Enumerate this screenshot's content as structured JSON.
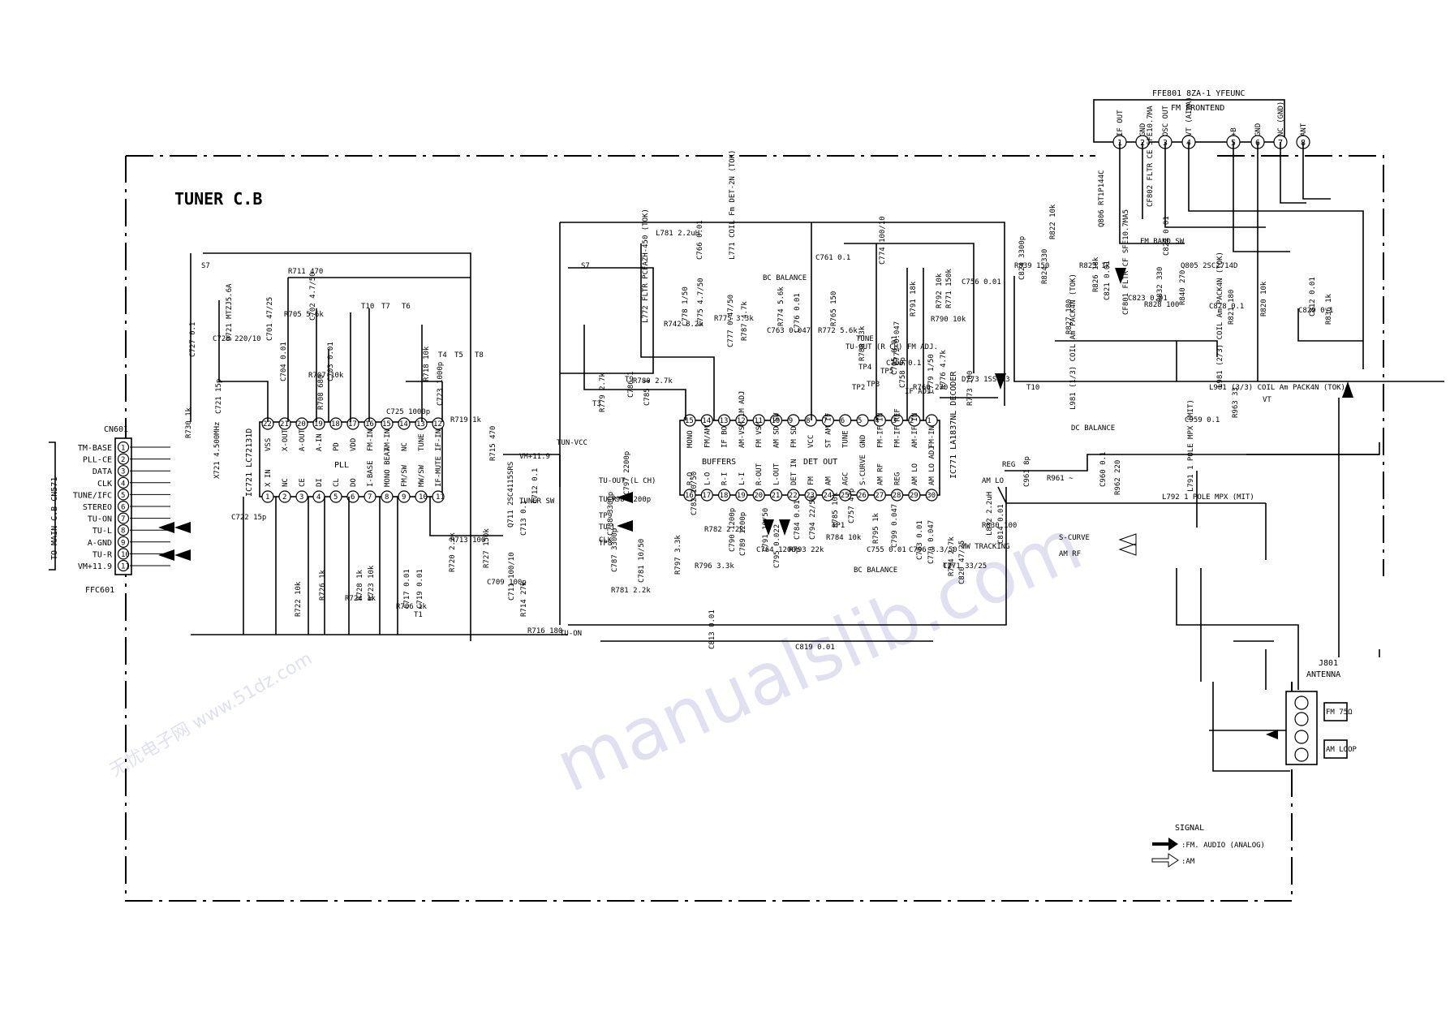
{
  "board_title": "TUNER C.B",
  "frontend": {
    "ref": "FFE801 8ZA-1 YFEUNC",
    "name": "FM FRONTEND",
    "pins": [
      {
        "num": "1",
        "label": "IF OUT"
      },
      {
        "num": "2",
        "label": "GND"
      },
      {
        "num": "3",
        "label": "OSC OUT"
      },
      {
        "num": "4",
        "label": "VT (AIWA)"
      },
      {
        "num": "5",
        "label": "+B"
      },
      {
        "num": "6",
        "label": "GND"
      },
      {
        "num": "7",
        "label": "NC (GND)"
      },
      {
        "num": "8",
        "label": "ANT"
      }
    ]
  },
  "connector": {
    "ref": "CN601",
    "ffc": "FFC601",
    "side_label": "TO MAIN C.B CN571",
    "pins": [
      {
        "num": "1",
        "label": "TM-BASE"
      },
      {
        "num": "2",
        "label": "PLL-CE"
      },
      {
        "num": "3",
        "label": "DATA"
      },
      {
        "num": "4",
        "label": "CLK"
      },
      {
        "num": "5",
        "label": "TUNE/IFC"
      },
      {
        "num": "6",
        "label": "STEREO"
      },
      {
        "num": "7",
        "label": "TU-ON"
      },
      {
        "num": "8",
        "label": "TU-L"
      },
      {
        "num": "9",
        "label": "A-GND"
      },
      {
        "num": "10",
        "label": "TU-R"
      },
      {
        "num": "11",
        "label": "VM+11.9"
      }
    ]
  },
  "pll_ic": {
    "name": "PLL",
    "ref": "IC721 LC72131D",
    "top_pins": [
      {
        "num": "22",
        "label": "VSS"
      },
      {
        "num": "21",
        "label": "X-OUT"
      },
      {
        "num": "20",
        "label": "A-OUT"
      },
      {
        "num": "19",
        "label": "A-IN"
      },
      {
        "num": "18",
        "label": "PD"
      },
      {
        "num": "17",
        "label": "VDD"
      },
      {
        "num": "16",
        "label": "FM-IN"
      },
      {
        "num": "15",
        "label": "AM-IN"
      },
      {
        "num": "14",
        "label": "NC"
      },
      {
        "num": "13",
        "label": "TUNE"
      },
      {
        "num": "12",
        "label": "IF-IN"
      }
    ],
    "bottom_pins": [
      {
        "num": "1",
        "label": "X IN"
      },
      {
        "num": "2",
        "label": "NC"
      },
      {
        "num": "3",
        "label": "CE"
      },
      {
        "num": "4",
        "label": "DI"
      },
      {
        "num": "5",
        "label": "CL"
      },
      {
        "num": "6",
        "label": "DO"
      },
      {
        "num": "7",
        "label": "I-BASE"
      },
      {
        "num": "8",
        "label": "MONO BEAT"
      },
      {
        "num": "9",
        "label": "FM/SW"
      },
      {
        "num": "10",
        "label": "MW/SW"
      },
      {
        "num": "11",
        "label": "IF-MUTE"
      }
    ]
  },
  "decoder_ic": {
    "name": "BUFFERS",
    "sub": "DET OUT",
    "ref": "IC771 LA1837NL DECODER",
    "top_pins": [
      {
        "num": "15",
        "label": "MONO"
      },
      {
        "num": "14",
        "label": "FM/AM"
      },
      {
        "num": "13",
        "label": "IF BO"
      },
      {
        "num": "12",
        "label": "AM-VSM 1M ADJ"
      },
      {
        "num": "11",
        "label": "FM VSM"
      },
      {
        "num": "10",
        "label": "AM SD SW"
      },
      {
        "num": "9",
        "label": "FM SD"
      },
      {
        "num": "8",
        "label": "VCC"
      },
      {
        "num": "7",
        "label": "ST AM IF"
      },
      {
        "num": "6",
        "label": "TUNE"
      },
      {
        "num": "5",
        "label": "GND"
      },
      {
        "num": "4",
        "label": "FM-IF IN"
      },
      {
        "num": "3",
        "label": "FM-IF REF"
      },
      {
        "num": "2",
        "label": "AM-IF IN"
      },
      {
        "num": "1",
        "label": "FM-IN"
      }
    ],
    "bottom_pins": [
      {
        "num": "16",
        "label": "R-O"
      },
      {
        "num": "17",
        "label": "L-O"
      },
      {
        "num": "18",
        "label": "R-I"
      },
      {
        "num": "19",
        "label": "L-I"
      },
      {
        "num": "20",
        "label": "R-OUT"
      },
      {
        "num": "21",
        "label": "L-OUT"
      },
      {
        "num": "22",
        "label": "DET IN"
      },
      {
        "num": "23",
        "label": "FM"
      },
      {
        "num": "24",
        "label": "AM"
      },
      {
        "num": "25",
        "label": "AGC"
      },
      {
        "num": "26",
        "label": "S-CURVE"
      },
      {
        "num": "27",
        "label": "AM RF"
      },
      {
        "num": "28",
        "label": "REG"
      },
      {
        "num": "29",
        "label": "AM LO"
      },
      {
        "num": "30",
        "label": "AM LO ADJ"
      }
    ]
  },
  "component_labels": [
    "R711 470",
    "R730 1k",
    "C727 0.1",
    "C728 220/10",
    "D721 MTZJ5.6A",
    "C701 47/25",
    "R705 5.6k",
    "C702 4.7/50",
    "C704 0.01",
    "R707 10k",
    "C703 0.01",
    "R708 680",
    "C725 1000p",
    "R718 10k",
    "C723 1000p",
    "R719 1k",
    "C721 15p",
    "X721 4.500MHz",
    "C722 15p",
    "R715 470",
    "Q711 2SC4115SRS",
    "TUNER SW",
    "C712 0.1",
    "C713 0.1",
    "R713 100",
    "R720 2.2k",
    "R727 150k",
    "C709 100p",
    "C711 100/10",
    "R714 27k",
    "R716 180",
    "R722 10k",
    "R726 1k",
    "R724 1k",
    "R728 1k",
    "R723 10k",
    "R706 1k",
    "C717 0.01",
    "C719 0.01",
    "L781 2.2uH",
    "C766 0.01",
    "L771 COIL Fm DET-2N (TOK)",
    "C761 0.1",
    "C774 100/10",
    "L772 FLTR PCFAZH-450 (TOK)",
    "R742 8.2k",
    "C778 1/50",
    "C775 4.7/50",
    "R775 3.3k",
    "C777 0.47/50",
    "R787 4.7k",
    "C763 0.047",
    "R774 5.6k",
    "C776 0.01",
    "R772 5.6k",
    "R765 150",
    "R788 33k",
    "C760 0.1",
    "C772 0.047",
    "R791 18k",
    "R790 10k",
    "R792 10k",
    "R771 150k",
    "C756 0.01",
    "C765 0.01",
    "C758 5p",
    "R760 270",
    "C779 1/50",
    "R776 4.7k",
    "D773 1SS133",
    "R773 100",
    "C786 1",
    "R780 2.7k",
    "C785 1",
    "R779 2.7k",
    "C798 2200p",
    "C797 2200p",
    "C782 10/50",
    "R782 2.2k",
    "C788 3300p",
    "C787 3300p",
    "R781 2.2k",
    "C781 10/50",
    "R797 3.3k",
    "R796 3.3k",
    "C790 1200p",
    "C789 1200p",
    "C764 1200p",
    "C791 10/50",
    "C795 0.022",
    "R793 22k",
    "C784 0.01",
    "C794 22/50",
    "R784 10k",
    "R785 10k",
    "C757 47p",
    "C755 0.01",
    "R795 1k",
    "C799 0.047",
    "C796 3.3/50",
    "C783 0.01",
    "C770 0.047",
    "C771 33/25",
    "R794 2.7k",
    "C820 47/25",
    "R830 100",
    "L832 2.2uH",
    "C814 0.01",
    "R839 150",
    "R822 10k",
    "Q806 RT1P144C",
    "FM BAND SW",
    "CF802 FLTR CE SFE10.7MA",
    "C822 0.01",
    "Q805 2SC2714D",
    "C824 3300p",
    "R824 330",
    "R823 1k",
    "R826 18k",
    "C821 0.01",
    "C823 0.01",
    "R827 180",
    "CF801 FLTR CF SFE10.7MA5",
    "R828 100",
    "R832 330",
    "R840 270",
    "C828 0.1",
    "R821 180",
    "R820 10k",
    "C829 0.1",
    "C812 0.01",
    "R836 1k",
    "L981 (3/3) COIL Am PACK4N (TOK)",
    "L981 (2/3) COIL Am PACK4N (TOK)",
    "L981 (1/3) COIL Am PACK4N (TOK)",
    "C959 0.1",
    "R963 33",
    "C961 8p",
    "R961 ~",
    "C960 0.1",
    "R962 220",
    "L792 1 POLE MPX (MIT)",
    "L791 1 POLE MPX (MIT)",
    "C813 0.01",
    "C819 0.01"
  ],
  "net_labels": [
    "S7",
    "S7",
    "T10",
    "T7",
    "T6",
    "T4",
    "T5",
    "T8",
    "T9",
    "T3",
    "T2",
    "T1",
    "TUN-VCC",
    "VM+11.9",
    "TU-ON",
    "TU-R",
    "TU-L",
    "TP8",
    "TP9",
    "TP1",
    "TP2",
    "TP3",
    "TP4",
    "TP5",
    "T10",
    "AM LO",
    "REG",
    "S-CURVE",
    "AM RF",
    "VT",
    "BC BALANCE",
    "BC BALANCE",
    "IF ADJ.",
    "FM ADJ.",
    "TUNE",
    "TU-OUT (R CH)",
    "TU-OUT (L CH)",
    "CLK",
    "MW TRACKING",
    "DC BALANCE"
  ],
  "antenna": {
    "ref": "J801",
    "name": "ANTENNA",
    "fm": "FM 75Ω",
    "am": "AM LOOP"
  },
  "legend": {
    "title": "SIGNAL",
    "fm_audio": ":FM. AUDIO (ANALOG)",
    "am": ":AM"
  },
  "watermarks": [
    "manualslib.com",
    "无忧电子网 www.51dz.com"
  ]
}
